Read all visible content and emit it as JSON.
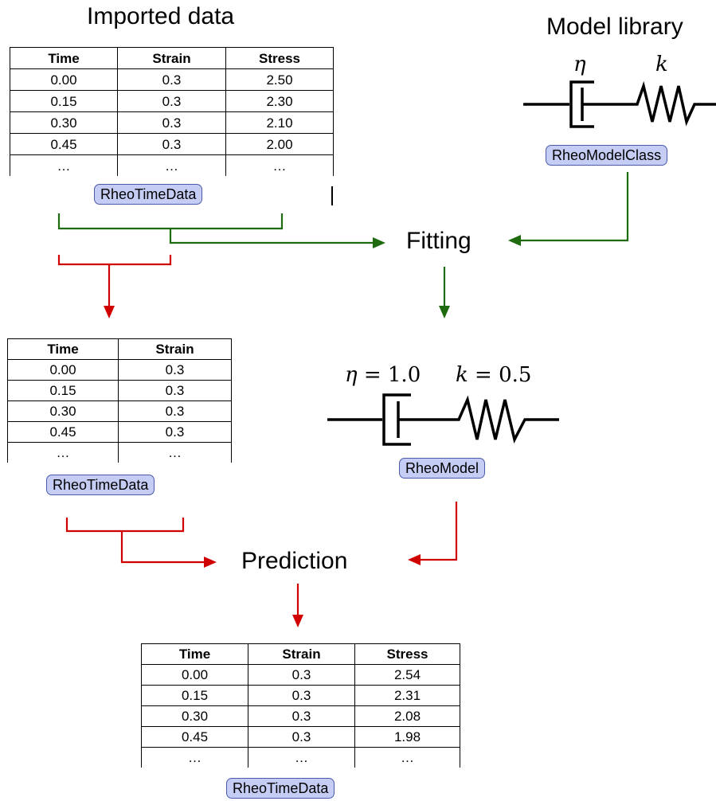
{
  "imported": {
    "title": "Imported data",
    "columns": [
      "Time",
      "Strain",
      "Stress"
    ],
    "rows": [
      [
        "0.00",
        "0.3",
        "2.50"
      ],
      [
        "0.15",
        "0.3",
        "2.30"
      ],
      [
        "0.30",
        "0.3",
        "2.10"
      ],
      [
        "0.45",
        "0.3",
        "2.00"
      ],
      [
        "…",
        "…",
        "…"
      ]
    ],
    "tag": "RheoTimeData"
  },
  "library": {
    "title": "Model library",
    "symbol_eta": "η",
    "symbol_k": "k",
    "tag": "RheoModelClass"
  },
  "fitting": {
    "label": "Fitting"
  },
  "input_data": {
    "columns": [
      "Time",
      "Strain"
    ],
    "rows": [
      [
        "0.00",
        "0.3"
      ],
      [
        "0.15",
        "0.3"
      ],
      [
        "0.30",
        "0.3"
      ],
      [
        "0.45",
        "0.3"
      ],
      [
        "…",
        "…"
      ]
    ],
    "tag": "RheoTimeData"
  },
  "model": {
    "eta_symbol": "η",
    "eta_value": "= 1.0",
    "k_symbol": "k",
    "k_value": "= 0.5",
    "tag": "RheoModel"
  },
  "prediction": {
    "label": "Prediction"
  },
  "output": {
    "columns": [
      "Time",
      "Strain",
      "Stress"
    ],
    "rows": [
      [
        "0.00",
        "0.3",
        "2.54"
      ],
      [
        "0.15",
        "0.3",
        "2.31"
      ],
      [
        "0.30",
        "0.3",
        "2.08"
      ],
      [
        "0.45",
        "0.3",
        "1.98"
      ],
      [
        "…",
        "…",
        "…"
      ]
    ],
    "tag": "RheoTimeData"
  },
  "colors": {
    "green": "#1e6b0f",
    "red": "#d10000",
    "tag_fill": "#c5cdf5",
    "tag_border": "#4a5aa8"
  }
}
